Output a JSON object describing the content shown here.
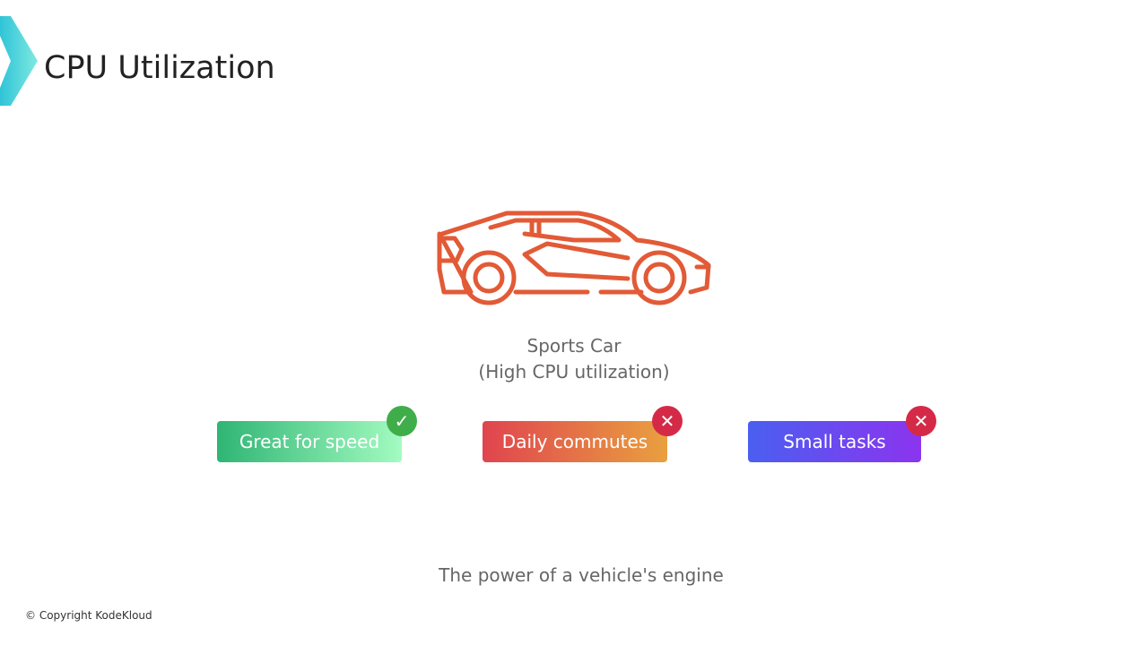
{
  "header": {
    "title": "CPU Utilization"
  },
  "main": {
    "image_label": "Sports Car",
    "image_sublabel": "(High CPU utilization)",
    "tags": [
      {
        "label": "Great for speed",
        "status": "check-icon",
        "colors": [
          "#2fb574",
          "#a3fbc0"
        ]
      },
      {
        "label": "Daily commutes",
        "status": "x-icon",
        "colors": [
          "#e0444f",
          "#e9a03f"
        ]
      },
      {
        "label": "Small tasks",
        "status": "x-icon",
        "colors": [
          "#4a5ff0",
          "#8c34ef"
        ]
      }
    ],
    "subtitle": "The power of a vehicle's engine"
  },
  "footer": {
    "copyright": "© Copyright KodeKloud"
  }
}
